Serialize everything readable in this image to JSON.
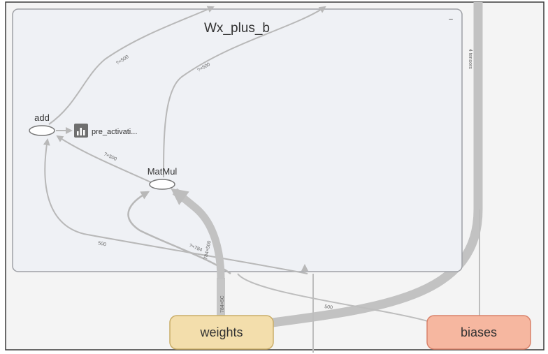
{
  "graph": {
    "group_title": "Wx_plus_b",
    "group_collapse_glyph": "–",
    "nodes": {
      "add": "add",
      "matmul": "MatMul",
      "summary": "pre_activati...",
      "weights": "weights",
      "biases": "biases"
    },
    "summary_icon": "bar-chart-icon",
    "edge_labels": {
      "add_out": "?×500",
      "matmul_out": "?×500",
      "matmul_to_add": "?×500",
      "biases_to_add": "500",
      "input_to_matmul": "?×784",
      "weights_to_matmul": "784×500",
      "weights_stub": "784×5C",
      "biases_stub": "500",
      "tensors": "4 tensors"
    },
    "colors": {
      "weights_fill": "#f3deac",
      "weights_stroke": "#c9ad68",
      "biases_fill": "#f6b7a0",
      "biases_stroke": "#d9826a",
      "group_fill": "#eff1f5",
      "group_stroke": "#9ea0a5",
      "edge": "#b8b8b8",
      "background": "#f4f4f4"
    }
  }
}
